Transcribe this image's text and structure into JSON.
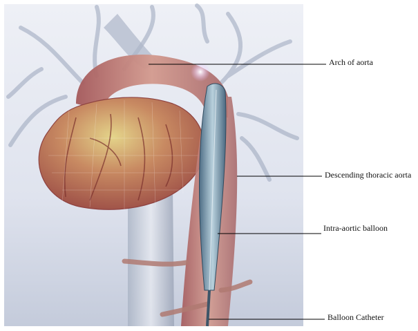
{
  "labels": {
    "arch": "Arch of aorta",
    "descending": "Descending thoracic aorta",
    "balloon": "Intra-aortic balloon",
    "catheter": "Balloon Catheter"
  },
  "icons": [
    "heart-illustration",
    "aorta-illustration",
    "balloon-catheter-illustration"
  ],
  "colors": {
    "background_gradient": [
      "#f4f5f9",
      "#bfc7d8"
    ],
    "heart": "#b05a4a",
    "heart_highlight": "#d8c878",
    "aorta": "#c9877e",
    "vessels": "#8e99b0",
    "balloon": "#6f8da3",
    "leader_line": "#000000"
  }
}
